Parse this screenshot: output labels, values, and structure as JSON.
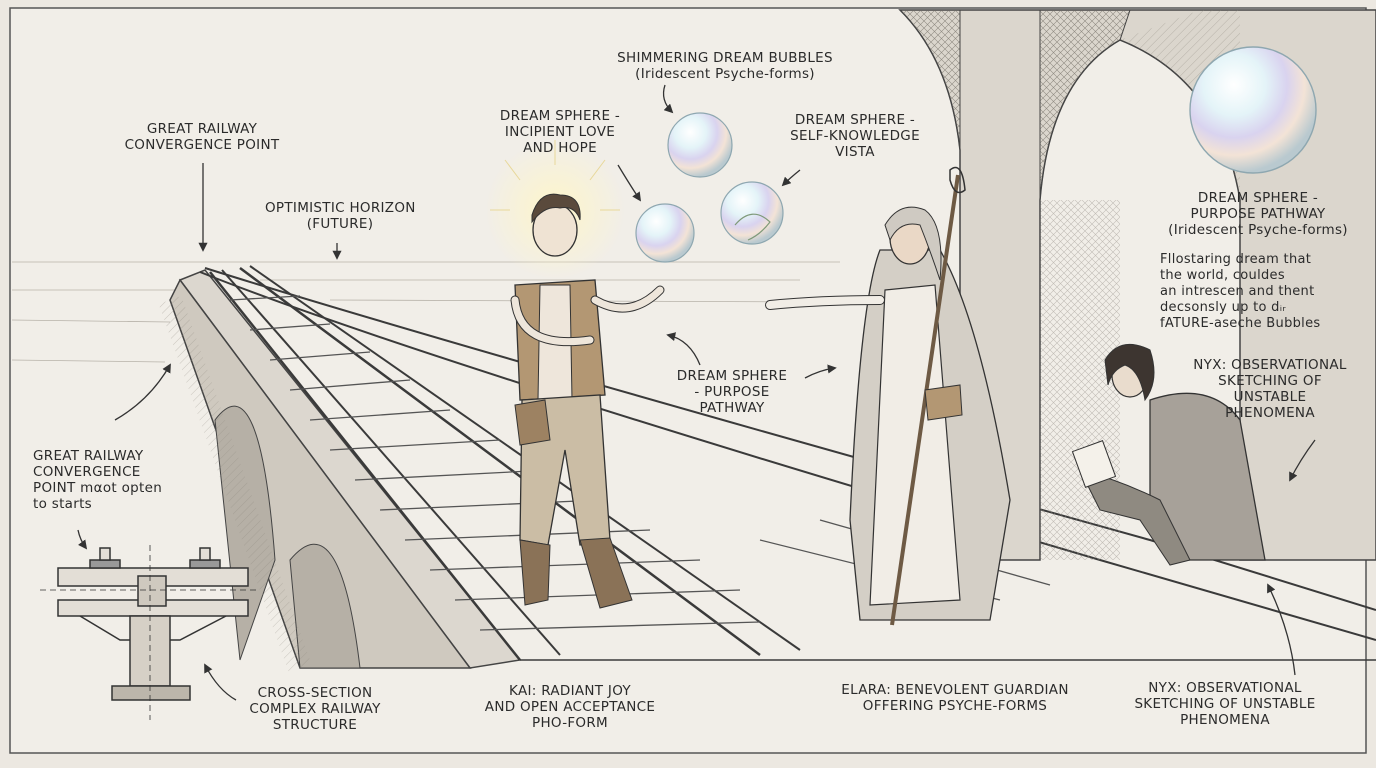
{
  "labels": {
    "railway_top": [
      "GREAT RAILWAY",
      "CONVERGENCE POINT"
    ],
    "horizon": [
      "OPTIMISTIC HORIZON",
      "(FUTURE)"
    ],
    "bubbles": [
      "SHIMMERING DREAM BUBBLES",
      "(Iridescent Psyche-forms)"
    ],
    "sphere_love": [
      "DREAM SPHERE -",
      "INCIPIENT LOVE",
      "AND HOPE"
    ],
    "sphere_self": [
      "DREAM SPHERE -",
      "SELF-KNOWLEDGE",
      "VISTA"
    ],
    "sphere_purpose_right": [
      "DREAM SPHERE -",
      "PURPOSE PATHWAY",
      "(Iridescent Psyche-forms)"
    ],
    "handwritten_note": [
      "Fllostaring dream that",
      "the world, couldes",
      "an intrescen and thent",
      "decsonsly up to dᵢᵣ",
      "fATURE-aseche Bubbles"
    ],
    "nyx_side": [
      "NYX: OBSERVATIONAL",
      "SKETCHING OF",
      "UNSTABLE",
      "PHENOMENA"
    ],
    "sphere_purpose_center": [
      "DREAM SPHERE",
      "- PURPOSE",
      "PATHWAY"
    ],
    "railway_left": [
      "GREAT RAILWAY",
      "CONVERGENCE",
      "POINT mαot opten",
      "to starts"
    ],
    "cross_section": [
      "CROSS-SECTION",
      "COMPLEX RAILWAY",
      "STRUCTURE"
    ],
    "kai": [
      "KAI: RADIANT JOY",
      "AND OPEN ACCEPTANCE",
      "PHO-FORM"
    ],
    "elara": [
      "ELARA: BENEVOLENT GUARDIAN",
      "OFFERING PSYCHE-FORMS"
    ],
    "nyx_bottom": [
      "NYX: OBSERVATIONAL",
      "SKETCHING OF UNSTABLE",
      "PHENOMENA"
    ]
  },
  "colors": {
    "paper": "#ece8e1",
    "ink": "#2b2b2b",
    "stone": "#d9d5cd",
    "bubble": "#cfe6ee"
  }
}
